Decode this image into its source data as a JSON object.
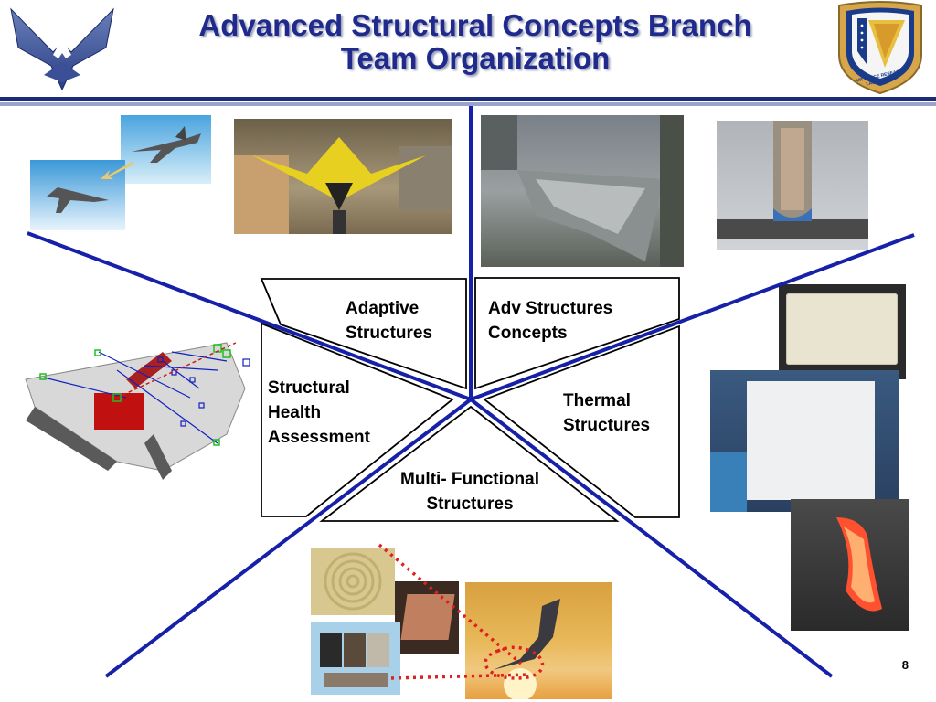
{
  "slide": {
    "title_line1": "Advanced Structural Concepts Branch",
    "title_line2": "Team Organization",
    "page_number": "8"
  },
  "logos": {
    "left": "air-force-wings-logo",
    "right": "afrl-shield-logo",
    "right_ring_text": "AIR FORCE RESEARCH LABORATORY"
  },
  "segments": {
    "adaptive": "Adaptive Structures",
    "adv_concepts": "Adv Structures Concepts",
    "structural_health": "Structural Health Assessment",
    "thermal": "Thermal Structures",
    "multi_functional": "Multi- Functional Structures"
  },
  "colors": {
    "title": "#1f2a8c",
    "divider_lines": "#1620a8",
    "header_rule": "#1c2a7a"
  }
}
